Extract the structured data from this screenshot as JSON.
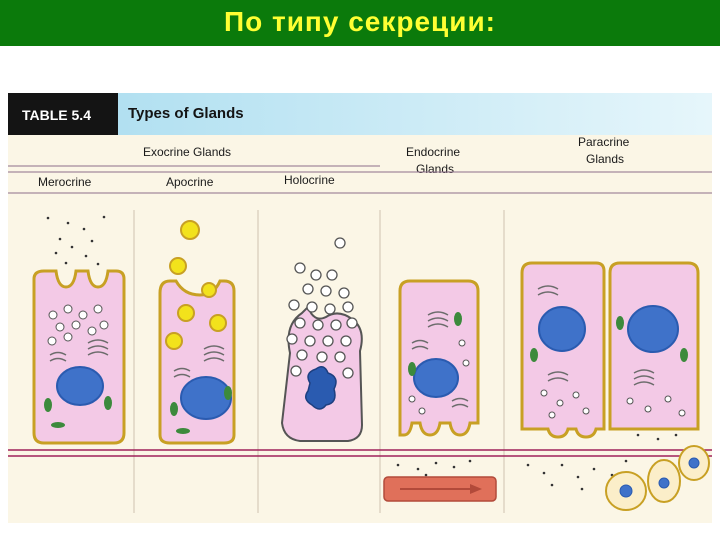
{
  "slide": {
    "title": "По типу секреции:"
  },
  "table": {
    "number": "TABLE 5.4",
    "heading": "Types of Glands",
    "groups": {
      "exocrine": "Exocrine Glands",
      "endocrine_line1": "Endocrine",
      "endocrine_line2": "Glands",
      "paracrine_line1": "Paracrine",
      "paracrine_line2": "Glands"
    },
    "columns": {
      "merocrine": "Merocrine",
      "apocrine": "Apocrine",
      "holocrine": "Holocrine"
    }
  },
  "colors": {
    "title_bg": "#0b7a0b",
    "title_text": "#ffff33",
    "cell_fill": "#f3c9e6",
    "cell_border": "#c8a024",
    "nucleus": "#3f72c9",
    "nucleus_dark": "#2a5bb0",
    "vesicle_yellow": "#f2e21c",
    "blood_vessel": "#e0705a",
    "header_bg": "#b6e2f2",
    "basement_line": "#a0205a"
  }
}
